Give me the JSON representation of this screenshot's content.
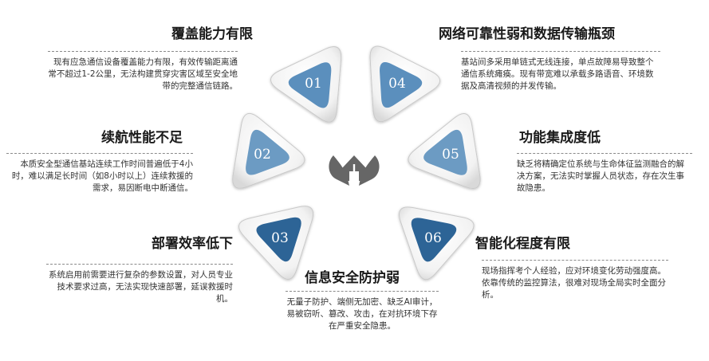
{
  "items": [
    {
      "num": "01",
      "title": "覆盖能力有限",
      "desc": "现有应急通信设备覆盖能力有限，有效传输距离通常不超过1-2公里，无法构建贯穿灾害区域至安全地带的完整通信链路。",
      "color": "#5b8fbd"
    },
    {
      "num": "02",
      "title": "续航性能不足",
      "desc": "本质安全型通信基站连续工作时间普遍低于4小时，难以满足长时间（如8小时以上）连续救援的需求，易因断电中断通信。",
      "color": "#6c9bc3"
    },
    {
      "num": "03",
      "title": "部署效率低下",
      "desc": "系统启用前需要进行复杂的参数设置，对人员专业技术要求过高，无法实现快速部署，延误救援时机。",
      "color": "#2d6496"
    },
    {
      "num": "04",
      "title": "网络可靠性弱和数据传输瓶颈",
      "desc": "基站间多采用单链式无线连接，单点故障易导致整个通信系统瘫痪。现有带宽难以承载多路语音、环境数据及高清视频的并发传输。",
      "color": "#5b8fbd"
    },
    {
      "num": "05",
      "title": "功能集成度低",
      "desc": "缺乏将精确定位系统与生命体征监测融合的解决方案，无法实时掌握人员状态，存在次生事故隐患。",
      "color": "#6c9bc3"
    },
    {
      "num": "06",
      "title": "智能化程度有限",
      "desc": "现场指挥考个人经验，应对环境变化劳动强度高。依靠传统的监控算法，很难对现场全局实时全面分析。",
      "color": "#2d6496"
    },
    {
      "num": "",
      "title": "信息安全防护弱",
      "desc": "无量子防护、端侧无加密、缺乏AI审计，易被窃听、篡改、攻击，在对抗环境下存在严重安全隐患。",
      "color": ""
    }
  ],
  "center": {
    "icon": "house-leaf-icon",
    "color": "#666666"
  }
}
